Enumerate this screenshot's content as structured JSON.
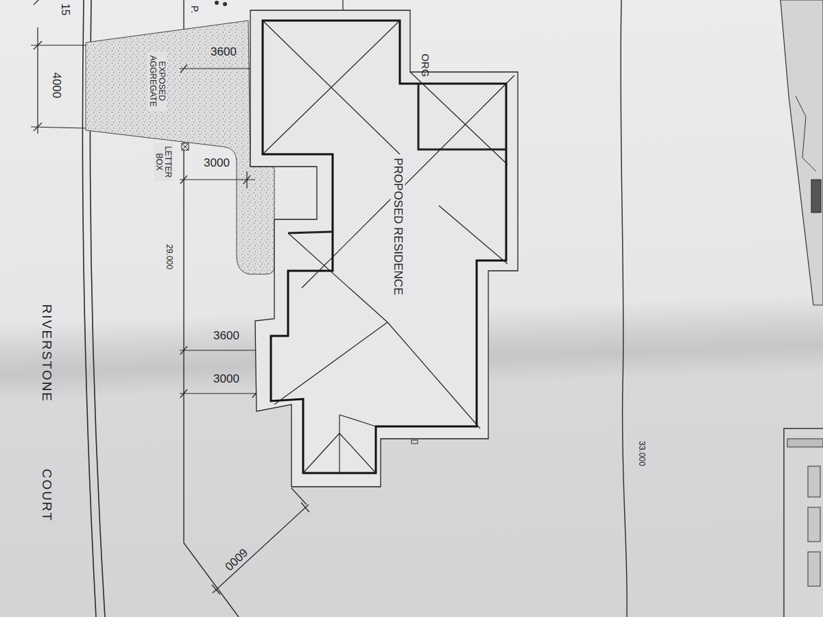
{
  "diagram": {
    "nodes": [
      {
        "text": [
          "PROPOSED RESIDENCE"
        ]
      }
    ],
    "labels": [
      "15",
      "4000",
      "P.",
      "3600",
      "EXPOSED AGGREGATE",
      "LETTER BOX",
      "3000",
      "ORG",
      "29.000",
      "RIVERSTONE",
      "COURT",
      "3600",
      "3000",
      "33.000",
      "6000"
    ]
  }
}
